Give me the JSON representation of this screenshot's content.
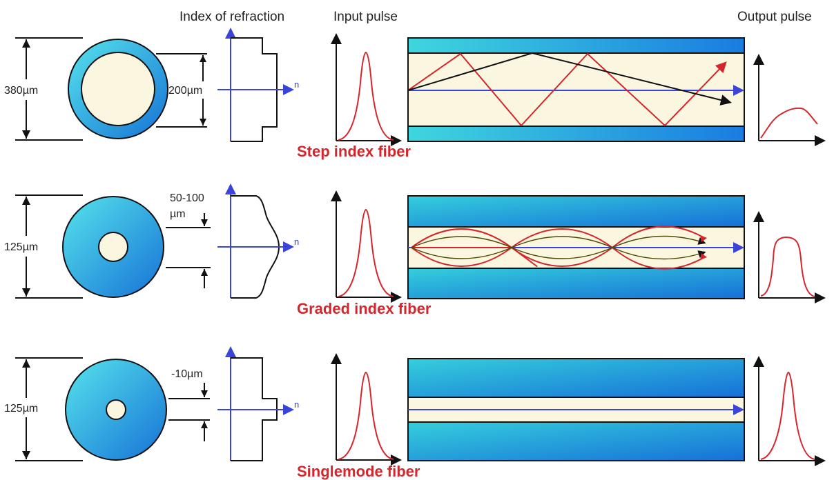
{
  "headers": {
    "index_of_refraction": "Index of refraction",
    "input_pulse": "Input pulse",
    "output_pulse": "Output pulse"
  },
  "axis_label": "n",
  "rows": [
    {
      "fiber_name": "Step index fiber",
      "outer_diameter": "380µm",
      "core_diameter": "200µm"
    },
    {
      "fiber_name": "Graded index fiber",
      "outer_diameter": "125µm",
      "core_diameter_line1": "50-100",
      "core_diameter_line2": "µm"
    },
    {
      "fiber_name": "Singlemode fiber",
      "outer_diameter": "125µm",
      "core_diameter": "-10µm"
    }
  ],
  "colors": {
    "cladding_light": "#4fe0ea",
    "cladding_dark": "#1577d8",
    "core": "#fbf6df",
    "ray": "#d4262c",
    "axis": "#3a44d8",
    "title": "#d4262c"
  }
}
